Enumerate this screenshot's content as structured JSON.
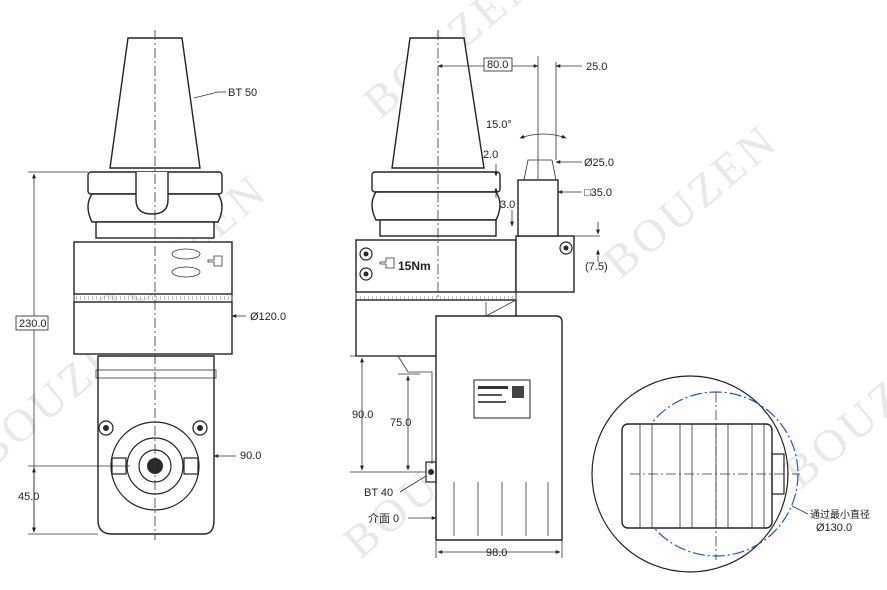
{
  "watermark": "BOUZEN",
  "labels": {
    "bt50": "BT 50",
    "d120": "Ø120.0",
    "h230": "230.0",
    "w90": "90.0",
    "h45": "45.0",
    "d80": "80.0",
    "d25top": "25.0",
    "angle15": "15.0°",
    "d2": "2.0",
    "d25dia": "Ø25.0",
    "sq35": "□35.0",
    "d3": "3.0",
    "d75p": "(7.5)",
    "torque": "15Nm",
    "h90": "90.0",
    "h75": "75.0",
    "bt40": "BT 40",
    "interface": "介面 0",
    "w98": "98.0",
    "minDiaNote": "通过最小直径",
    "d130": "Ø130.0"
  }
}
